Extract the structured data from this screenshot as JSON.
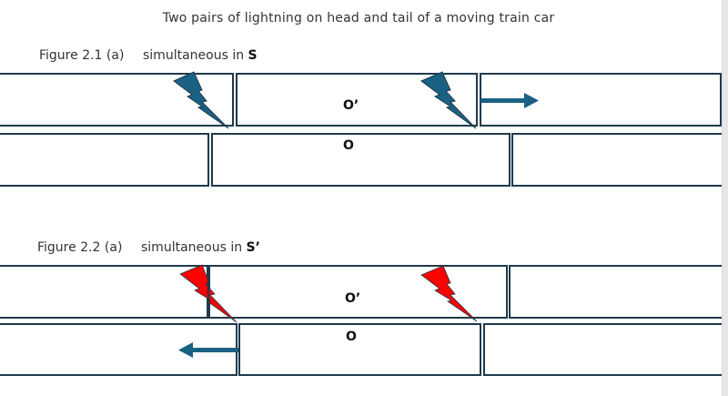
{
  "title": "Two pairs of lightning on head and tail of a moving train car",
  "figures": [
    {
      "number": "Figure 2.1 (a)",
      "caption_prefix": "simultaneous in ",
      "caption_frame": "S",
      "train_label": "O’",
      "platform_label": "O",
      "lightning_color": "#1b6184",
      "motion": "train-moves-right"
    },
    {
      "number": "Figure 2.2 (a)",
      "caption_prefix": "simultaneous in ",
      "caption_frame": "S’",
      "train_label": "O’",
      "platform_label": "O",
      "lightning_color": "#ff0000",
      "motion": "platform-moves-left"
    }
  ],
  "colors": {
    "arrow": "#1b6184",
    "car_border": "#1f3a4d"
  }
}
